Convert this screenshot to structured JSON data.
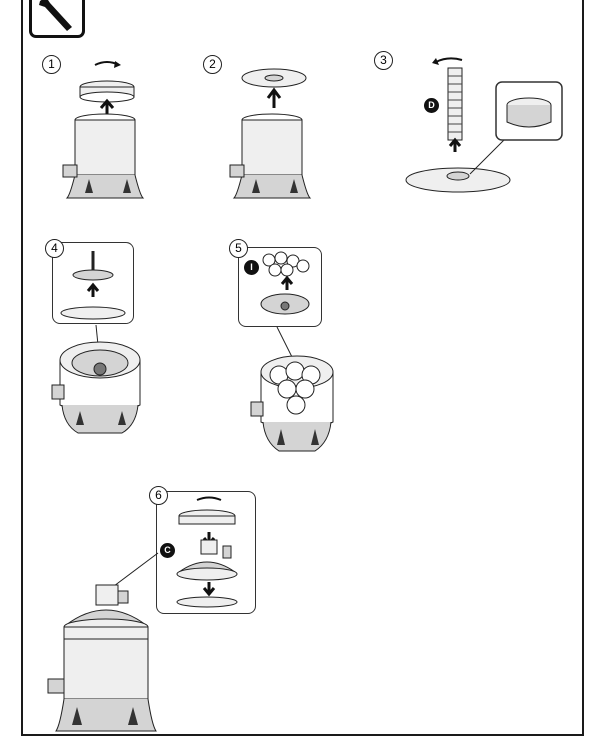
{
  "steps": [
    {
      "number": "1"
    },
    {
      "number": "2"
    },
    {
      "number": "3"
    },
    {
      "number": "4"
    },
    {
      "number": "5"
    },
    {
      "number": "6"
    }
  ],
  "badges": {
    "d": "D",
    "i": "I",
    "c": "C"
  },
  "icons": {
    "header_tool": "wrench-icon"
  },
  "colors": {
    "line": "#1a1a1a",
    "shade": "#d4d4d4",
    "light": "#efefef"
  }
}
